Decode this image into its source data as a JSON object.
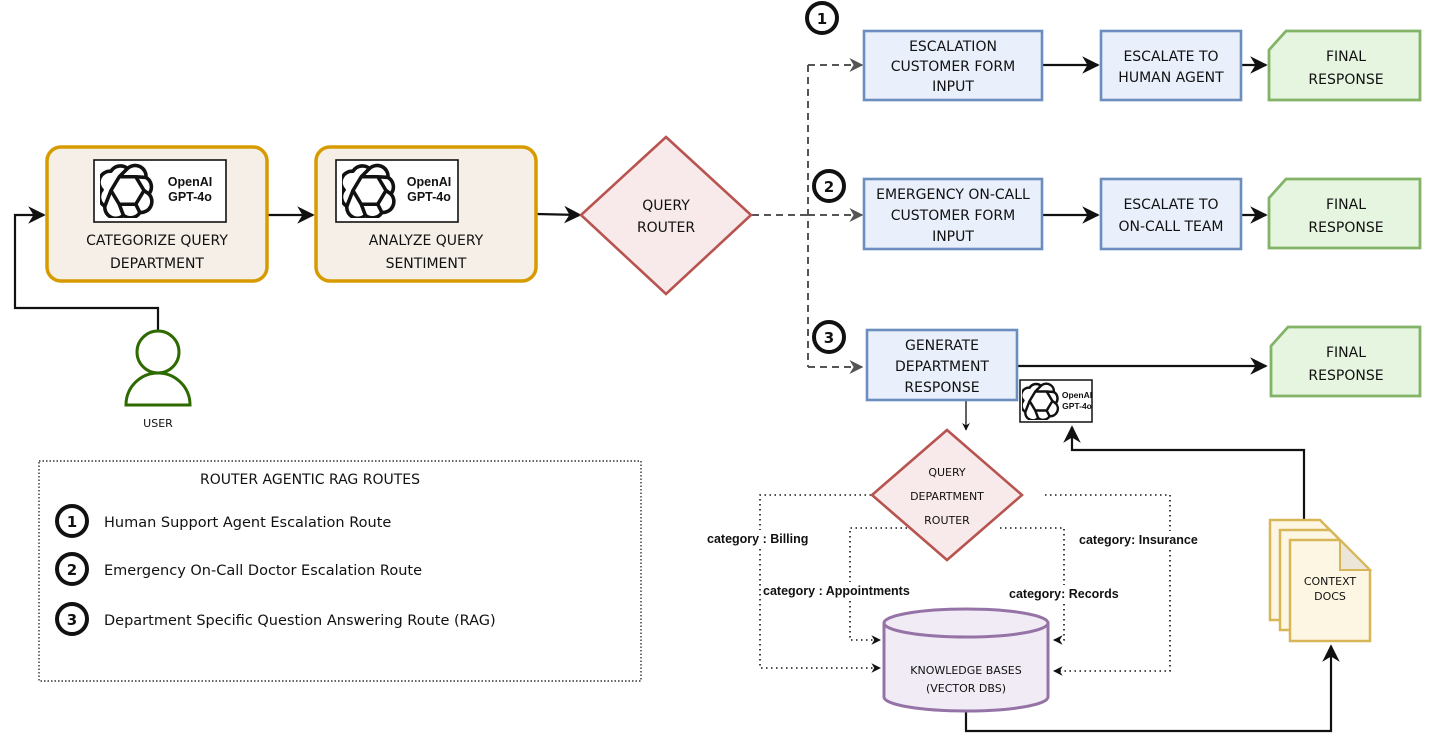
{
  "colors": {
    "llm_fill": "#f5efe8",
    "llm_stroke": "#d79b00",
    "process_fill": "#e9f0fb",
    "process_stroke": "#6c8ebf",
    "final_fill": "#e5f5e0",
    "final_stroke": "#82b366",
    "decision_fill": "#f8eaea",
    "decision_stroke": "#b85450",
    "db_fill": "#f0ebf5",
    "db_stroke": "#9673a6",
    "docs_fill": "#fdf6e3",
    "docs_stroke": "#d6b656",
    "user_stroke": "#2d6a00"
  },
  "gpt_badge": {
    "line1": "OpenAI",
    "line2": "GPT-4o"
  },
  "nodes": {
    "categorize": {
      "line1": "Categorize Query",
      "line2": "Department"
    },
    "sentiment": {
      "line1": "Analyze Query",
      "line2": "Sentiment"
    },
    "query_router": {
      "line1": "Query",
      "line2": "Router"
    },
    "user": {
      "label": "User"
    },
    "route1_form": {
      "line1": "Escalation",
      "line2": "Customer Form",
      "line3": "Input"
    },
    "route1_escalate": {
      "line1": "Escalate to",
      "line2": "Human Agent"
    },
    "route1_final": {
      "line1": "Final",
      "line2": "Response"
    },
    "route2_form": {
      "line1": "Emergency On-Call",
      "line2": "Customer Form",
      "line3": "Input"
    },
    "route2_escalate": {
      "line1": "Escalate to",
      "line2": "On-Call Team"
    },
    "route2_final": {
      "line1": "Final",
      "line2": "Response"
    },
    "route3_generate": {
      "line1": "Generate",
      "line2": "Department",
      "line3": "Response"
    },
    "route3_final": {
      "line1": "Final",
      "line2": "Response"
    },
    "dept_router": {
      "line1": "Query",
      "line2": "Department",
      "line3": "Router"
    },
    "knowledge_bases": {
      "line1": "Knowledge Bases",
      "line2": "(Vector DBs)"
    },
    "context_docs": {
      "line1": "Context",
      "line2": "Docs"
    }
  },
  "route_markers": [
    "1",
    "2",
    "3"
  ],
  "categories": {
    "billing": "category : Billing",
    "appointments": "category : Appointments",
    "records": "category: Records",
    "insurance": "category: Insurance"
  },
  "legend": {
    "title": "ROUTER AGENTIC RAG ROUTES",
    "items": [
      {
        "num": "1",
        "label": "Human Support Agent Escalation Route"
      },
      {
        "num": "2",
        "label": "Emergency On-Call Doctor Escalation Route"
      },
      {
        "num": "3",
        "label": "Department Specific Question Answering Route (RAG)"
      }
    ]
  }
}
